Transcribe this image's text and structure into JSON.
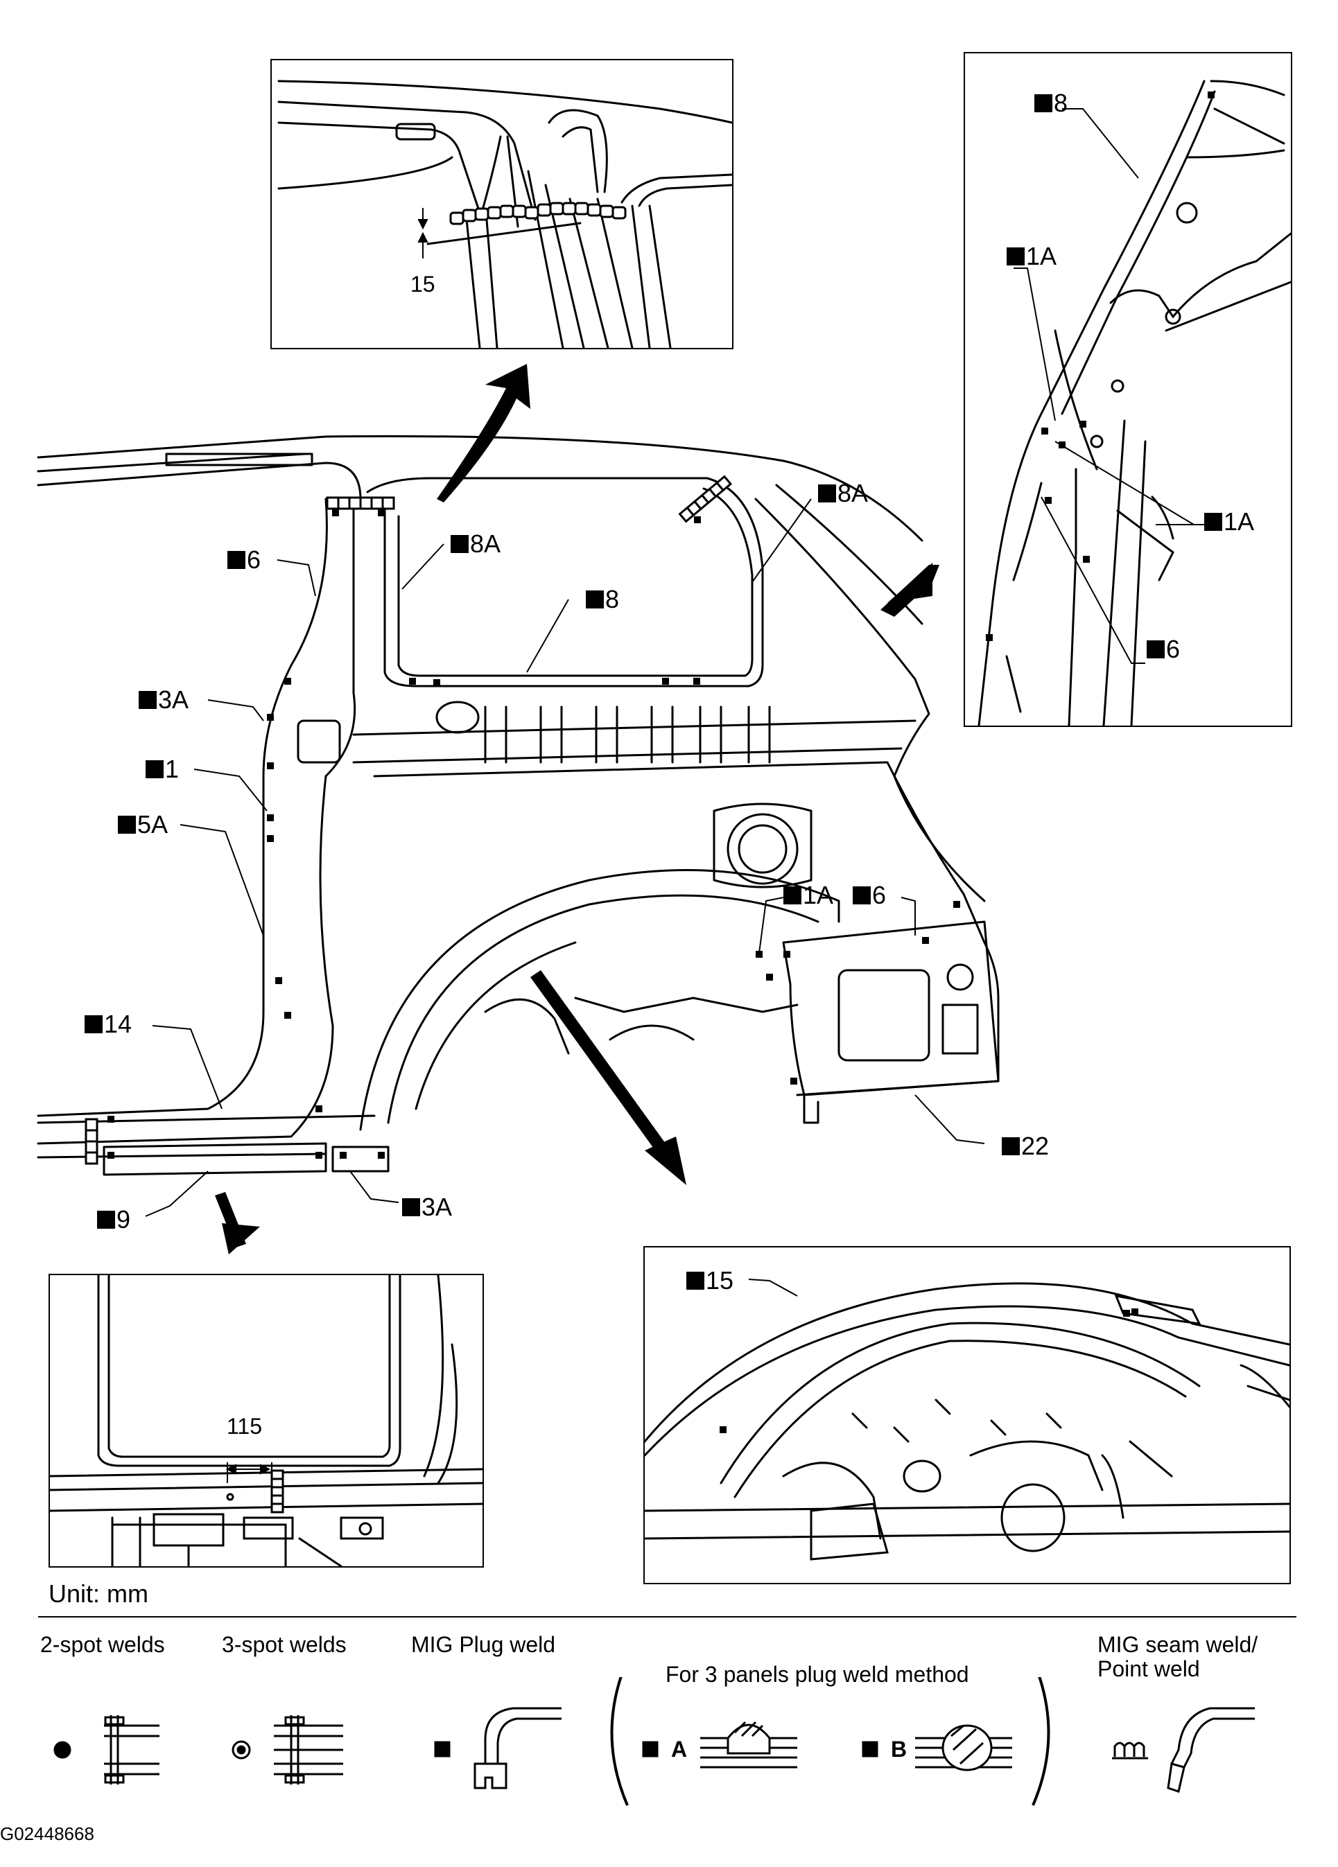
{
  "callouts": {
    "c6_left": "6",
    "c8A_main": "8A",
    "c8_main": "8",
    "c8A_right": "8A",
    "c3A_upper": "3A",
    "c1": "1",
    "c5A": "5A",
    "c14": "14",
    "c9": "9",
    "c3A_lower": "3A",
    "c1A_main": "1A",
    "c6_rear": "6",
    "c22": "22"
  },
  "detail_top": {
    "dimension": "15"
  },
  "detail_right": {
    "c8": "8",
    "c1A_top": "1A",
    "c1A_bottom": "1A",
    "c6": "6"
  },
  "detail_bottom_left": {
    "dimension": "115"
  },
  "detail_bottom_right": {
    "c15": "15"
  },
  "unit_label": "Unit: mm",
  "legend": {
    "two_spot": "2-spot welds",
    "three_spot": "3-spot welds",
    "mig_plug": "MIG Plug weld",
    "three_panels": "For 3 panels plug weld method",
    "method_a": "A",
    "method_b": "B",
    "mig_seam_line1": "MIG seam weld/",
    "mig_seam_line2": "Point weld"
  },
  "figure_id": "G02448668"
}
